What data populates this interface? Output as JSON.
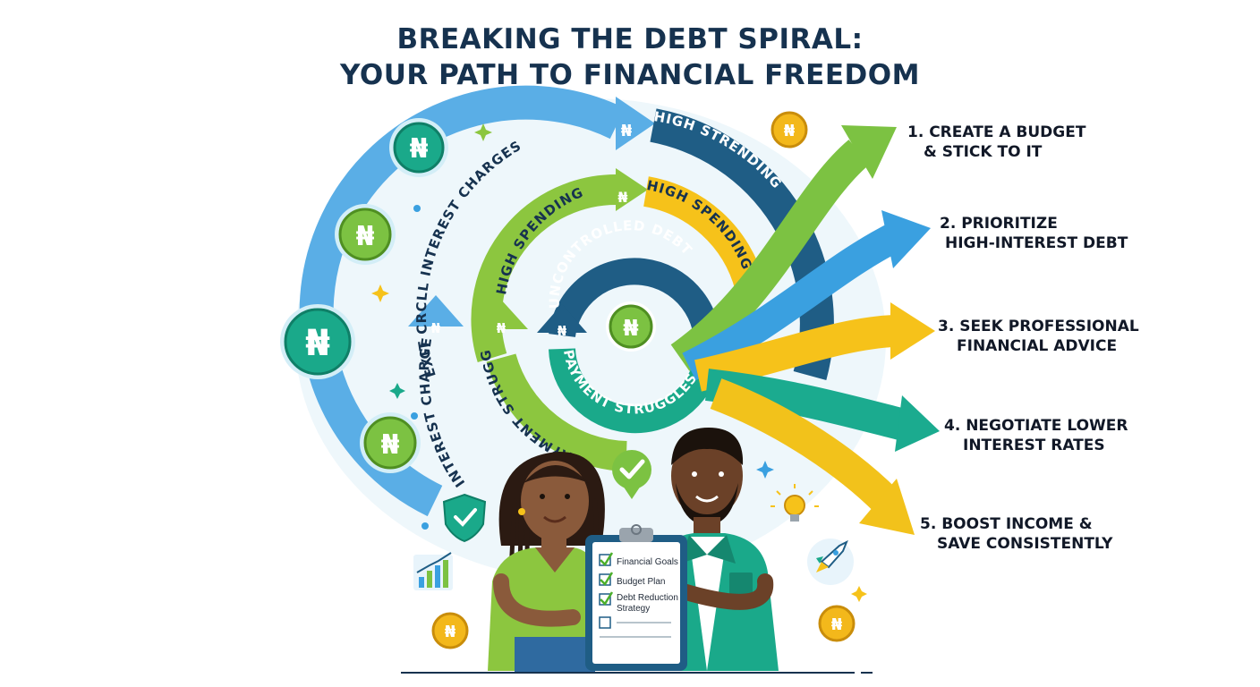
{
  "title": {
    "line1": "BREAKING THE DEBT SPIRAL:",
    "line2": "YOUR PATH TO FINANCIAL FREEDOM"
  },
  "spiral_labels": {
    "outer_arc": "EXIT CRCLL INTEREST CHARGES",
    "outer_right": "HIGH STRENDING",
    "outer_left": "INTEREST CHARGES",
    "middle_arc": "HIGH SPENDING",
    "middle_right": "HIGH SPENDING",
    "middle_left": "PAYMENT STRUGGLES",
    "inner_arc": "UNCONTROLLED DEBT",
    "inner_bottom": "PAYMENT STRUGGLES"
  },
  "currency_symbol": "₦",
  "steps": [
    {
      "line1": "1. CREATE A BUDGET",
      "line2": "& STICK TO IT",
      "color": "#7cc242"
    },
    {
      "line1": "2. PRIORITIZE",
      "line2": "HIGH-INTEREST DEBT",
      "color": "#3aa0e0"
    },
    {
      "line1": "3. SEEK PROFESSIONAL",
      "line2": "FINANCIAL ADVICE",
      "color": "#f6c21a"
    },
    {
      "line1": "4. NEGOTIATE LOWER",
      "line2": "INTEREST RATES",
      "color": "#1bab8f"
    },
    {
      "line1": "5. BOOST INCOME &",
      "line2": "SAVE CONSISTENTLY",
      "color": "#f2c21b"
    }
  ],
  "clipboard": {
    "items": [
      "Financial Goals",
      "Budget Plan",
      "Debt Reduction",
      "Strategy"
    ]
  },
  "colors": {
    "title": "#16324f",
    "blue": "#5aaee6",
    "navy": "#1f5d85",
    "green": "#8cc63f",
    "yellow": "#f6c21a",
    "teal": "#1bab8f",
    "coin_green": "#7cc242",
    "coin_teal": "#1aa98a",
    "coin_gold": "#f3b81b"
  }
}
